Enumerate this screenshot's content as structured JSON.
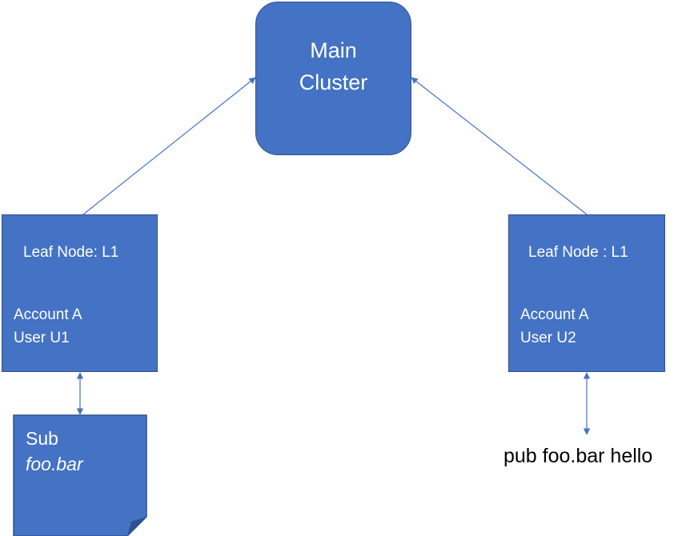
{
  "main_cluster": {
    "line1": "Main",
    "line2": "Cluster"
  },
  "leaf_left": {
    "title": "Leaf Node: L1",
    "account": "Account A",
    "user": "User U1"
  },
  "leaf_right": {
    "title": "Leaf Node : L1",
    "account": "Account A",
    "user": "User U2"
  },
  "subscription": {
    "label": "Sub",
    "subject": "foo.bar"
  },
  "publish": {
    "text": "pub foo.bar hello"
  },
  "colors": {
    "node_fill": "#4472c4",
    "node_border": "#2f528f",
    "text": "#ffffff"
  }
}
